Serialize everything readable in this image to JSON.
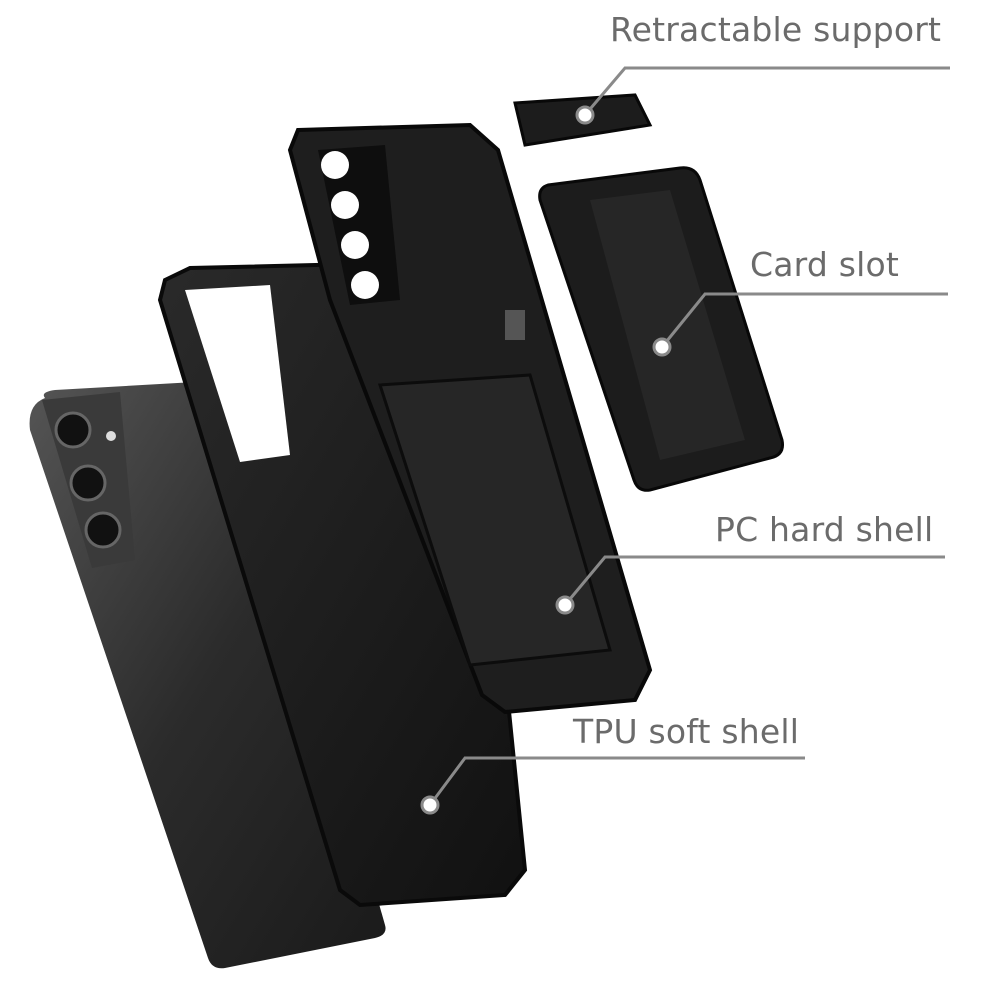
{
  "callouts": [
    {
      "id": "retractable-support",
      "text": "Retractable support"
    },
    {
      "id": "card-slot",
      "text": "Card slot"
    },
    {
      "id": "pc-hard-shell",
      "text": "PC hard shell"
    },
    {
      "id": "tpu-soft-shell",
      "text": "TPU soft shell"
    }
  ],
  "colors": {
    "label": "#6b6b6b",
    "line": "#8a8a8a",
    "case": "#1b1b1b",
    "phone": "#2e2e2e"
  }
}
